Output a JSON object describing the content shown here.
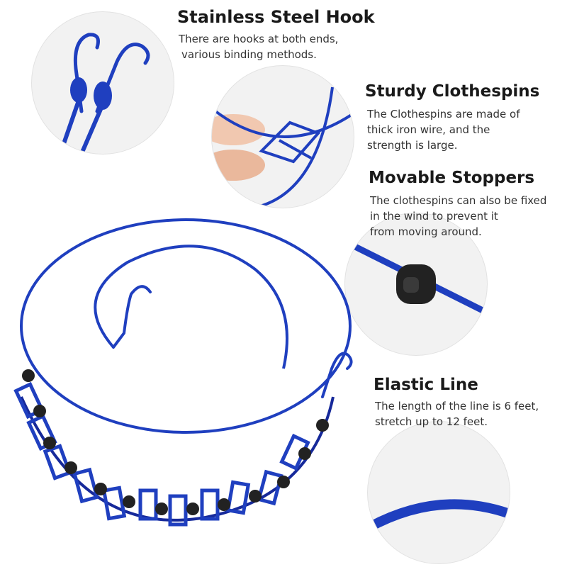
{
  "colors": {
    "line": "#1f3fbf",
    "line_dark": "#16299a",
    "stopper": "#222222",
    "circle_bg": "#f2f2f2",
    "skin": "#f1c8b0"
  },
  "features": [
    {
      "title": "Stainless Steel Hook",
      "lines": [
        "There are hooks at both ends,",
        "various binding methods."
      ]
    },
    {
      "title": "Sturdy Clothespins",
      "lines": [
        "The Clothespins are made of",
        "thick iron wire, and the",
        "strength is large."
      ]
    },
    {
      "title": "Movable Stoppers",
      "lines": [
        "The clothespins can also be fixed",
        "in the wind to prevent it",
        "from moving around."
      ]
    },
    {
      "title": "Elastic Line",
      "lines": [
        "The length of the line is 6 feet,",
        "stretch up to 12 feet."
      ]
    }
  ]
}
